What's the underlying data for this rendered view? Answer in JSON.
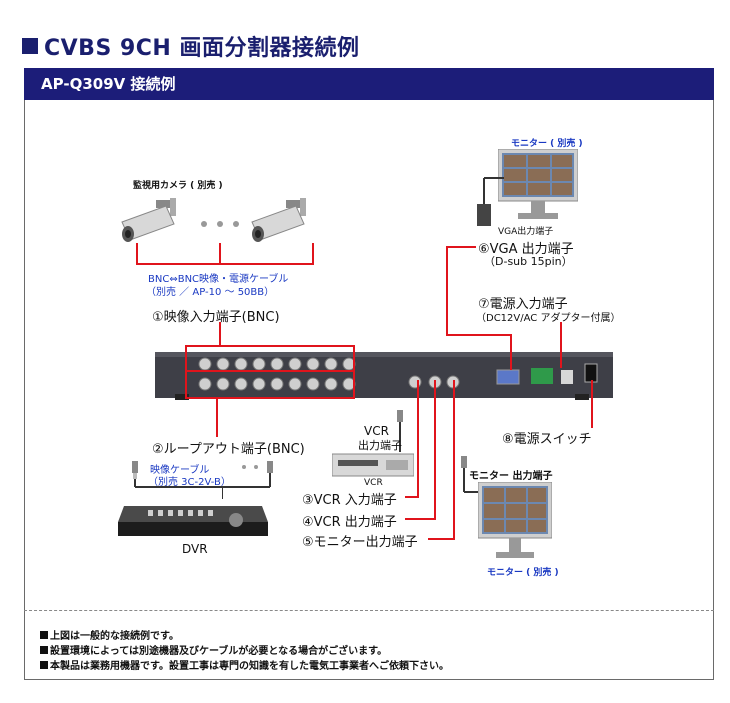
{
  "page_title": "■CVBS 9CH 画面分割器接続例",
  "title_text": "CVBS 9CH 画面分割器接続例",
  "banner": "AP-Q309V 接続例",
  "camera": {
    "label": "監視用カメラ ( 別売 )",
    "cable_line1": "BNC⇔BNC映像・電源ケーブル",
    "cable_line2": "（別売 ／ AP-10 ～ 50BB）"
  },
  "ports": {
    "p1": "①映像入力端子(BNC)",
    "p2": "②ループアウト端子(BNC)",
    "p3": "③VCR 入力端子",
    "p4": "④VCR 出力端子",
    "p5": "⑤モニター出力端子",
    "p6_line1": "⑥VGA 出力端子",
    "p6_line2": "（D-sub 15pin）",
    "p7_line1": "⑦電源入力端子",
    "p7_line2": "（DC12V/AC アダプター付属）",
    "p8": "⑧電源スイッチ"
  },
  "monitor_top": {
    "label": "モニター ( 別売 )",
    "port": "VGA出力端子"
  },
  "monitor_bottom": {
    "label": "モニター ( 別売 )",
    "port": "モニター 出力端子"
  },
  "vcr": {
    "label1": "VCR",
    "label2": "出力端子",
    "device": "VCR"
  },
  "dvr": {
    "cable_line1": "映像ケーブル",
    "cable_line2": "（別売 3C-2V-B）",
    "device": "DVR"
  },
  "notes": [
    "上図は一般的な接続例です。",
    "設置環境によっては別途機器及びケーブルが必要となる場合がございます。",
    "本製品は業務用機器です。設置工事は専門の知識を有した電気工事業者へご依頼下さい。"
  ]
}
